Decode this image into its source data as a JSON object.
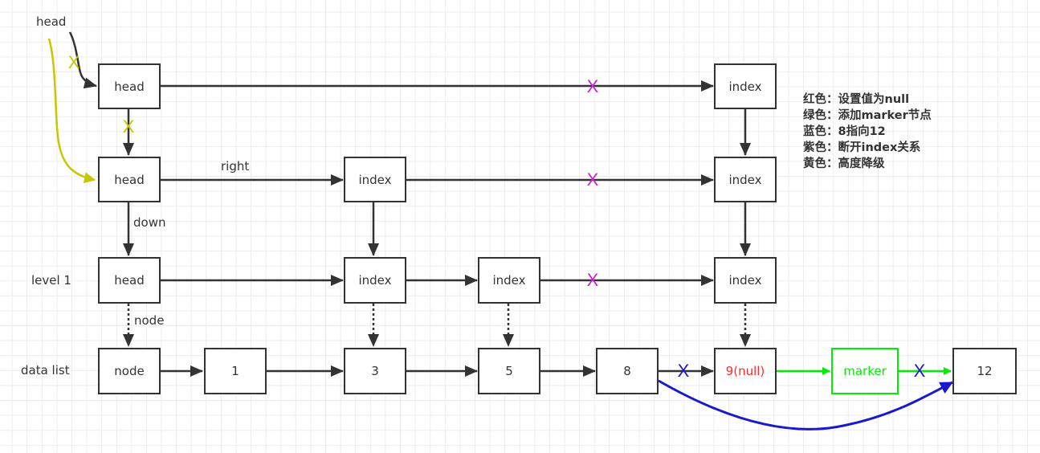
{
  "colors": {
    "line": "#333333",
    "red": "#ff2a2a",
    "green": "#00ee00",
    "blue": "#1a1acc",
    "purple": "#d020d0",
    "yellow": "#c8c800"
  },
  "labels": {
    "head_pointer": "head",
    "right": "right",
    "down": "down",
    "node_link": "node",
    "level1": "level 1",
    "data_list": "data list"
  },
  "legend": [
    "红色：设置值为null",
    "绿色：添加marker节点",
    "蓝色：8指向12",
    "紫色：断开index关系",
    "黄色：高度降级"
  ],
  "nodes": {
    "l3_head": "head",
    "l3_index": "index",
    "l2_head": "head",
    "l2_index_a": "index",
    "l2_index_b": "index",
    "l1_head": "head",
    "l1_index_a": "index",
    "l1_index_b": "index",
    "l1_index_c": "index",
    "d_node": "node",
    "d_1": "1",
    "d_3": "3",
    "d_5": "5",
    "d_8": "8",
    "d_9": "9(null)",
    "d_marker": "marker",
    "d_12": "12"
  },
  "marks": {
    "x": "X"
  }
}
